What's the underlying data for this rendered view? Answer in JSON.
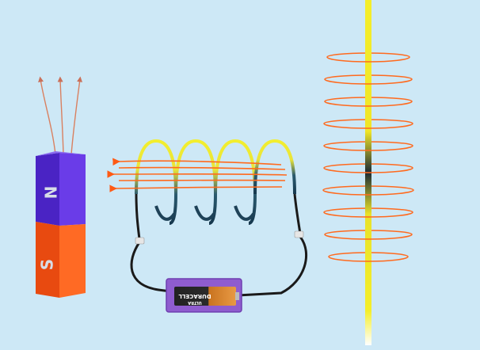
{
  "magnet": {
    "north_label": "N",
    "south_label": "S",
    "north_color": "#5a2fd8",
    "south_color": "#ff5a14"
  },
  "battery": {
    "brand_label": "DURACELL",
    "sub_label": "ULTRA",
    "case_color": "#8f5ccf"
  },
  "colors": {
    "background": "#cde8f6",
    "field_line": "#ff6a1e",
    "coil_hot": "#f2ee2e",
    "coil_cold": "#1d3f55",
    "wire": "#1a1a1a",
    "magnet_field_arrow": "#d98060"
  }
}
